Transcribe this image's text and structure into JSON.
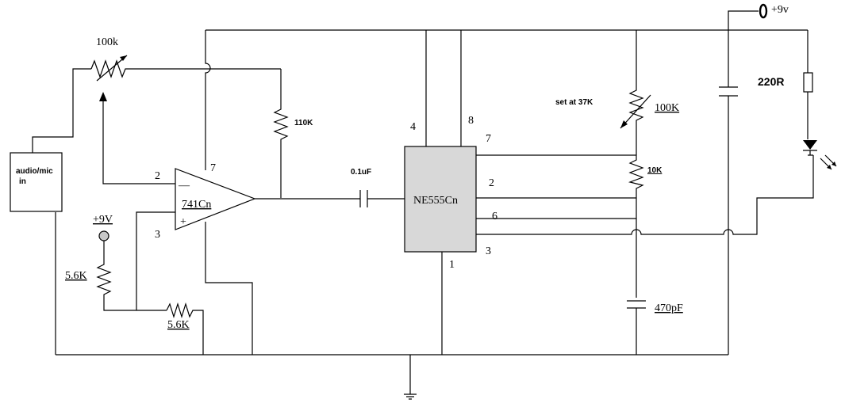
{
  "components": {
    "input_label_line1": "audio/mic",
    "input_label_line2": "in",
    "pot_input": "100k",
    "feedback_resistor": "110K",
    "opamp": "741Cn",
    "opamp_pin_inv": "2",
    "opamp_pin_noninv": "3",
    "opamp_pin_vplus": "7",
    "opamp_minus_sign": "—",
    "opamp_plus_sign": "+",
    "supply_opamp": "+9V",
    "divider_top": "5.6K",
    "divider_bottom": "5.6K",
    "coupling_cap": "0.1uF",
    "timer": "NE555Cn",
    "timer_pin4": "4",
    "timer_pin8": "8",
    "timer_pin7": "7",
    "timer_pin2": "2",
    "timer_pin6": "6",
    "timer_pin3": "3",
    "timer_pin1": "1",
    "pot_note": "set at 37K",
    "pot_timer": "100K",
    "timer_resistor": "10K",
    "timing_cap": "470pF",
    "supply_main": "+9v",
    "led_resistor": "220R"
  }
}
